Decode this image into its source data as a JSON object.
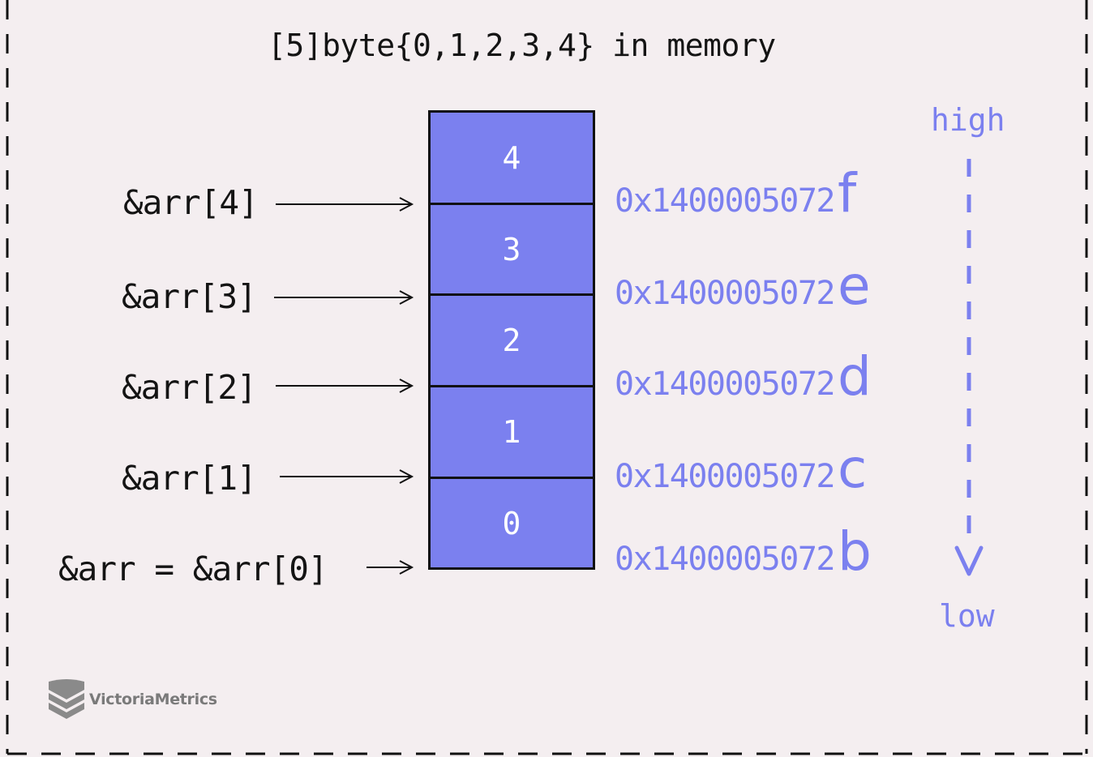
{
  "diagram": {
    "title": "[5]byte{0,1,2,3,4} in memory",
    "pointers": [
      {
        "label": "&arr[4]"
      },
      {
        "label": "&arr[3]"
      },
      {
        "label": "&arr[2]"
      },
      {
        "label": "&arr[1]"
      },
      {
        "label": "&arr = &arr[0]"
      }
    ],
    "cells": [
      {
        "value": "4"
      },
      {
        "value": "3"
      },
      {
        "value": "2"
      },
      {
        "value": "1"
      },
      {
        "value": "0"
      }
    ],
    "addresses": [
      {
        "prefix": "0x1400005072",
        "suffix": "f"
      },
      {
        "prefix": "0x1400005072",
        "suffix": "e"
      },
      {
        "prefix": "0x1400005072",
        "suffix": "d"
      },
      {
        "prefix": "0x1400005072",
        "suffix": "c"
      },
      {
        "prefix": "0x1400005072",
        "suffix": "b"
      }
    ],
    "direction": {
      "high_label": "high",
      "low_label": "low"
    }
  },
  "logo": {
    "text": "VictoriaMetrics",
    "icon": "victoriametrics-logo-icon"
  },
  "colors": {
    "background": "#f4eef0",
    "cell_fill": "#7b80ef",
    "accent": "#7b80ef",
    "text": "#141414"
  }
}
